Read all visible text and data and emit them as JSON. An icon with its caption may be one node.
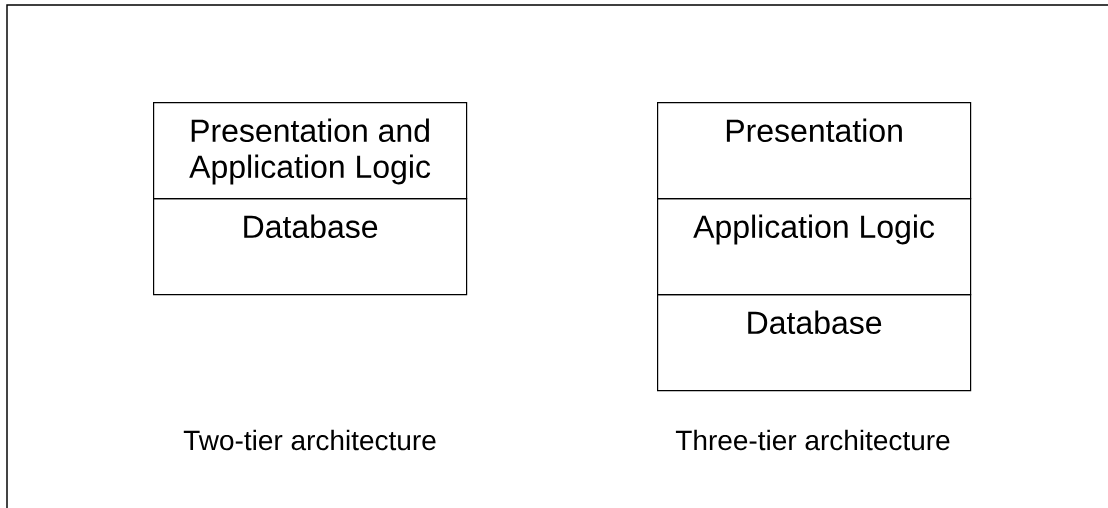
{
  "diagram": {
    "nodes": [
      {
        "text": [
          "Presentation and Application Logic"
        ]
      },
      {
        "text": [
          "Database"
        ]
      },
      {
        "text": [
          "Presentation"
        ]
      },
      {
        "text": [
          "Application Logic"
        ]
      },
      {
        "text": [
          "Database"
        ]
      }
    ],
    "labels": [
      "Two-tier architecture",
      "Three-tier architecture"
    ]
  }
}
